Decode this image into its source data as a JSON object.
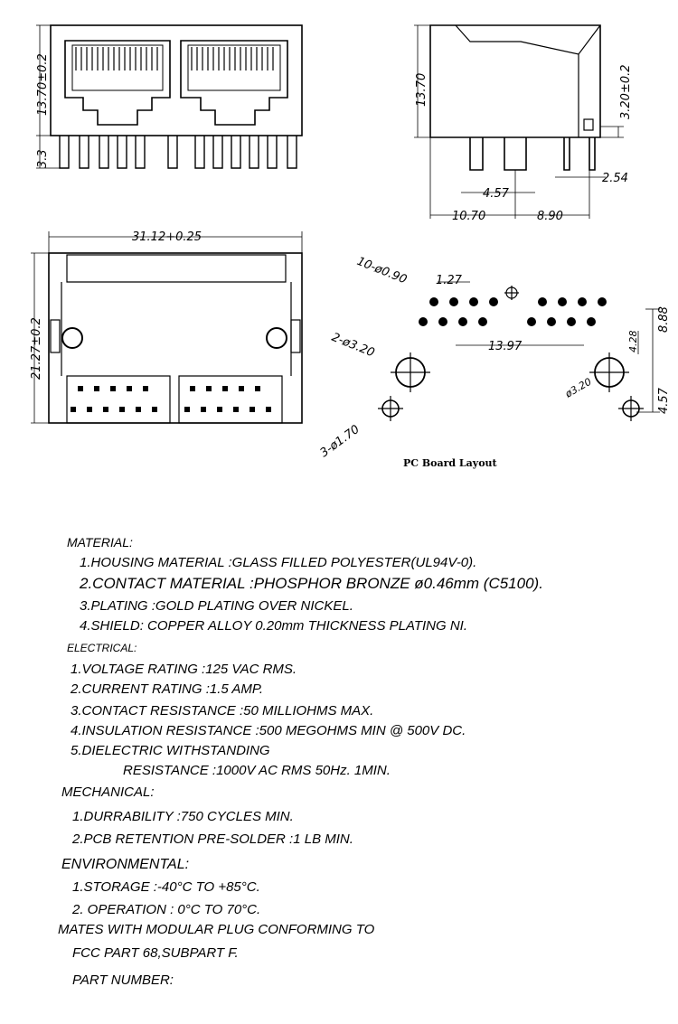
{
  "dims": {
    "front_height": "13.70±0.2",
    "front_leg": "3.3",
    "side_height": "13.70",
    "side_small": "3.20±0.2",
    "side_pitch": "2.54",
    "side_a": "4.57",
    "side_b": "10.70",
    "side_c": "8.90",
    "top_width": "31.12+0.25",
    "top_height": "21.27±0.2",
    "pcb_holes_small": "10-ø0.90",
    "pcb_pitch": "1.27",
    "pcb_span": "13.97",
    "pcb_mount": "2-ø3.20",
    "pcb_led": "3-ø1.70",
    "pcb_r": "ø3.20",
    "pcb_v1": "8.88",
    "pcb_v2": "4.28",
    "pcb_v3": "4.57",
    "pcb_title": "PC Board Layout"
  },
  "specs": {
    "material": "MATERIAL:",
    "m1": "1.HOUSING MATERIAL :GLASS FILLED POLYESTER(UL94V-0).",
    "m2": "2.CONTACT MATERIAL  :PHOSPHOR BRONZE ø0.46mm (C5100).",
    "m3": "3.PLATING :GOLD PLATING OVER NICKEL.",
    "m4": "4.SHIELD: COPPER ALLOY 0.20mm THICKNESS PLATING NI.",
    "electrical": "ELECTRICAL:",
    "e1": "1.VOLTAGE RATING :125 VAC RMS.",
    "e2": "2.CURRENT RATING :1.5 AMP.",
    "e3": "3.CONTACT RESISTANCE :50 MILLIOHMS MAX.",
    "e4": "4.INSULATION RESISTANCE :500 MEGOHMS MIN @ 500V DC.",
    "e5": "5.DIELECTRIC WITHSTANDING",
    "e5b": "RESISTANCE :1000V AC RMS 50Hz. 1MIN.",
    "mechanical": "MECHANICAL:",
    "me1": "1.DURRABILITY :750 CYCLES MIN.",
    "me2": "2.PCB RETENTION PRE-SOLDER :1 LB MIN.",
    "environmental": "ENVIRONMENTAL:",
    "en1": "1.STORAGE      :-40°C TO +85°C.",
    "en2": "2. OPERATION : 0°C TO 70°C.",
    "mates": "MATES WITH MODULAR PLUG CONFORMING TO",
    "fcc": "FCC PART 68,SUBPART F.",
    "part": "PART NUMBER:"
  }
}
